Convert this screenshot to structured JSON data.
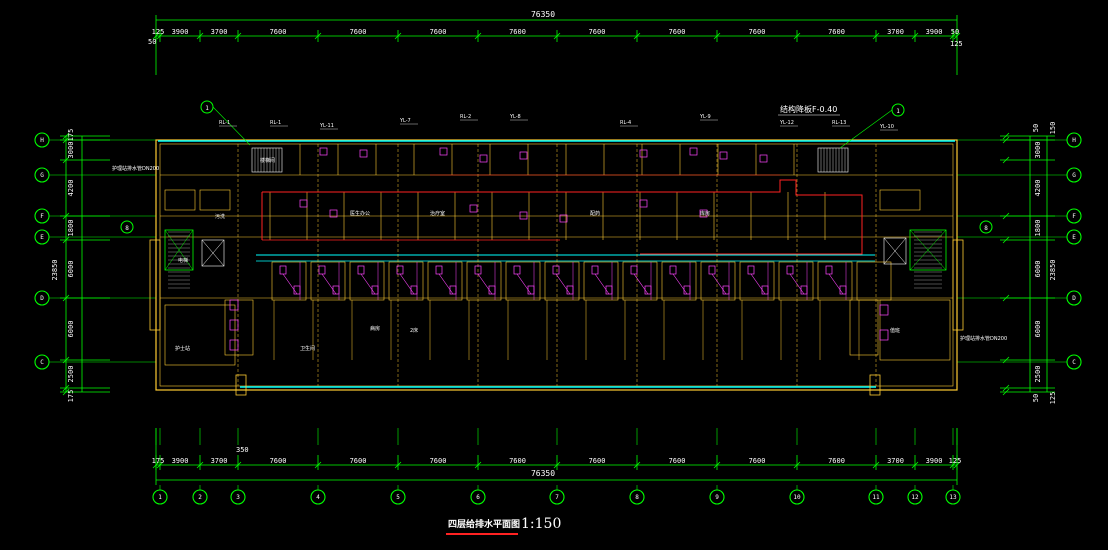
{
  "drawing_title": {
    "name": "四层给排水平面图",
    "scale": "1:150"
  },
  "top_dims": {
    "overall": "76350",
    "edge_left": "50",
    "edge_right": "125",
    "spans": [
      "125",
      "3900",
      "3700",
      "7600",
      "7600",
      "7600",
      "7600",
      "7600",
      "7600",
      "7600",
      "7600",
      "3700",
      "3900",
      "50"
    ]
  },
  "bottom_dims": {
    "overall": "76350",
    "offset": "350",
    "spans": [
      "175",
      "3900",
      "3700",
      "7600",
      "7600",
      "7600",
      "7600",
      "7600",
      "7600",
      "7600",
      "7600",
      "3700",
      "3900",
      "125"
    ]
  },
  "left_dims": {
    "overall": "23850",
    "edge_top": "175",
    "edge_bottom": "175",
    "spans": [
      "3000",
      "4200",
      "1800",
      "6000",
      "6000",
      "2500"
    ]
  },
  "right_dims": {
    "overall": "23850",
    "edge_top": "50",
    "edge_top2": "150",
    "edge_bottom": "50",
    "edge_bottom2": "125",
    "spans": [
      "3000",
      "4200",
      "1800",
      "6000",
      "6000",
      "2500"
    ]
  },
  "axis_bubbles_left": [
    "H",
    "G",
    "F",
    "E",
    "D",
    "C"
  ],
  "axis_bubbles_right": [
    "H",
    "G",
    "F",
    "E",
    "D",
    "C"
  ],
  "axis_bubbles_bottom": [
    "1",
    "2",
    "3",
    "4",
    "5",
    "6",
    "7",
    "8",
    "9",
    "10",
    "11",
    "12",
    "13"
  ],
  "callouts": {
    "top_left_bubble": "1",
    "top_right_bubble": "1",
    "right_mid_bubble": "8",
    "left_mid_bubble": "8",
    "riser_labels": [
      "RL-1",
      "YL-11",
      "RL-1",
      "YL-7",
      "RL-2",
      "YL-8",
      "RL-4",
      "YL-9",
      "YL-12",
      "RL-13",
      "YL-10"
    ],
    "note_top_right": "结构降板F-0.40",
    "note_left": "护理站排水管DN200",
    "note_right": "护理站排水管DN200"
  },
  "room_labels": [
    "病房",
    "2床",
    "卫生间",
    "护士站",
    "污洗",
    "医生办公",
    "治疗室",
    "配药",
    "库房",
    "值班",
    "楼梯间",
    "电梯"
  ]
}
